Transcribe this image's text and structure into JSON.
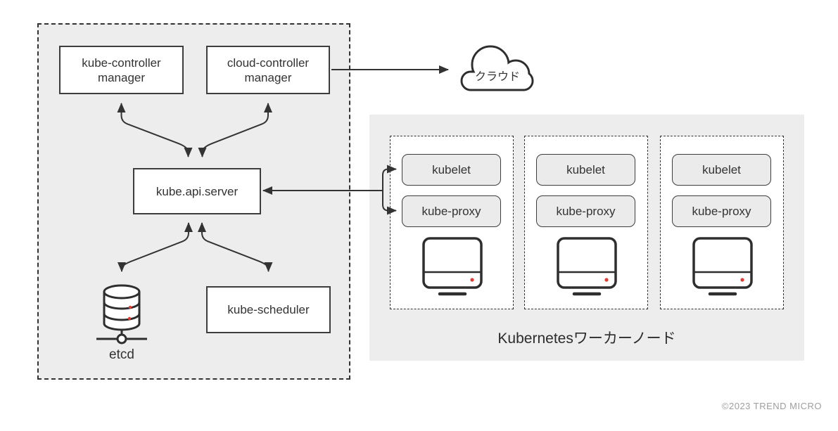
{
  "colors": {
    "line": "#333333",
    "box_border": "#3d3d3d",
    "panel_bg": "#ededed",
    "chip_bg": "#ebebeb",
    "accent_red": "#e03c31",
    "copyright_text": "#9e9e9e"
  },
  "control_plane": {
    "kube_controller_manager": {
      "line1": "kube-controller",
      "line2": "manager"
    },
    "cloud_controller_manager": {
      "line1": "cloud-controller",
      "line2": "manager"
    },
    "kube_api_server": {
      "label": "kube.api.server"
    },
    "kube_scheduler": {
      "label": "kube-scheduler"
    },
    "etcd": {
      "label": "etcd"
    }
  },
  "cloud": {
    "label": "クラウド"
  },
  "workers": {
    "title": "Kubernetesワーカーノード",
    "nodes": [
      {
        "kubelet": "kubelet",
        "kube_proxy": "kube-proxy"
      },
      {
        "kubelet": "kubelet",
        "kube_proxy": "kube-proxy"
      },
      {
        "kubelet": "kubelet",
        "kube_proxy": "kube-proxy"
      }
    ]
  },
  "footer": {
    "copyright": "©2023 TREND MICRO"
  }
}
